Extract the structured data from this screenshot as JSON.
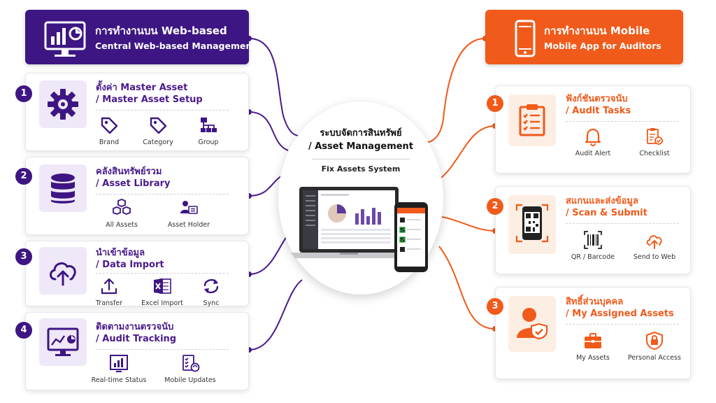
{
  "left_header": {
    "title": "การทำงานบน Web-based",
    "subtitle": "Central Web-based Management",
    "icon": "monitor-dashboard-icon",
    "color": "#3d1683"
  },
  "right_header": {
    "title": "การทำงานบน Mobile",
    "subtitle": "Mobile App for Auditors",
    "icon": "smartphone-icon",
    "color": "#f05a1a"
  },
  "center": {
    "title_line1": "ระบบจัดการสินทรัพย์",
    "title_line2": "/ Asset Management",
    "subtitle": "Fix Assets System"
  },
  "left_cards": [
    {
      "number": "1",
      "title_line1": "ตั้งค่า Master Asset",
      "title_line2": "/ Master Asset Setup",
      "icon": "gear-icon",
      "items": [
        {
          "icon": "tag-icon",
          "label": "Brand"
        },
        {
          "icon": "tag-icon",
          "label": "Category"
        },
        {
          "icon": "hierarchy-icon",
          "label": "Group"
        }
      ]
    },
    {
      "number": "2",
      "title_line1": "คลังสินทรัพย์รวม",
      "title_line2": "/ Asset Library",
      "icon": "database-icon",
      "items": [
        {
          "icon": "boxes-icon",
          "label": "All Assets"
        },
        {
          "icon": "user-card-icon",
          "label": "Asset Holder"
        }
      ]
    },
    {
      "number": "3",
      "title_line1": "นำเข้าข้อมูล",
      "title_line2": "/ Data Import",
      "icon": "cloud-upload-icon",
      "items": [
        {
          "icon": "upload-icon",
          "label": "Transfer"
        },
        {
          "icon": "excel-icon",
          "label": "Excel Import"
        },
        {
          "icon": "sync-icon",
          "label": "Sync"
        }
      ]
    },
    {
      "number": "4",
      "title_line1": "ติดตามงานตรวจนับ",
      "title_line2": "/ Audit Tracking",
      "icon": "monitor-chart-icon",
      "items": [
        {
          "icon": "bar-chart-icon",
          "label": "Real-time Status"
        },
        {
          "icon": "checklist-sync-icon",
          "label": "Mobile Updates"
        }
      ]
    }
  ],
  "right_cards": [
    {
      "number": "1",
      "title_line1": "ฟังก์ชันตรวจนับ",
      "title_line2": "/ Audit Tasks",
      "icon": "clipboard-icon",
      "items": [
        {
          "icon": "bell-icon",
          "label": "Audit Alert"
        },
        {
          "icon": "checklist-icon",
          "label": "Checklist"
        }
      ]
    },
    {
      "number": "2",
      "title_line1": "สแกนและส่งข้อมูล",
      "title_line2": "/ Scan & Submit",
      "icon": "qr-phone-icon",
      "items": [
        {
          "icon": "barcode-icon",
          "label": "QR / Barcode"
        },
        {
          "icon": "cloud-upload-icon",
          "label": "Send to Web"
        }
      ]
    },
    {
      "number": "3",
      "title_line1": "สิทธิ์ส่วนบุคคล",
      "title_line2": "/ My Assigned Assets",
      "icon": "user-shield-icon",
      "items": [
        {
          "icon": "briefcase-icon",
          "label": "My Assets"
        },
        {
          "icon": "lock-shield-icon",
          "label": "Personal Access"
        }
      ]
    }
  ]
}
